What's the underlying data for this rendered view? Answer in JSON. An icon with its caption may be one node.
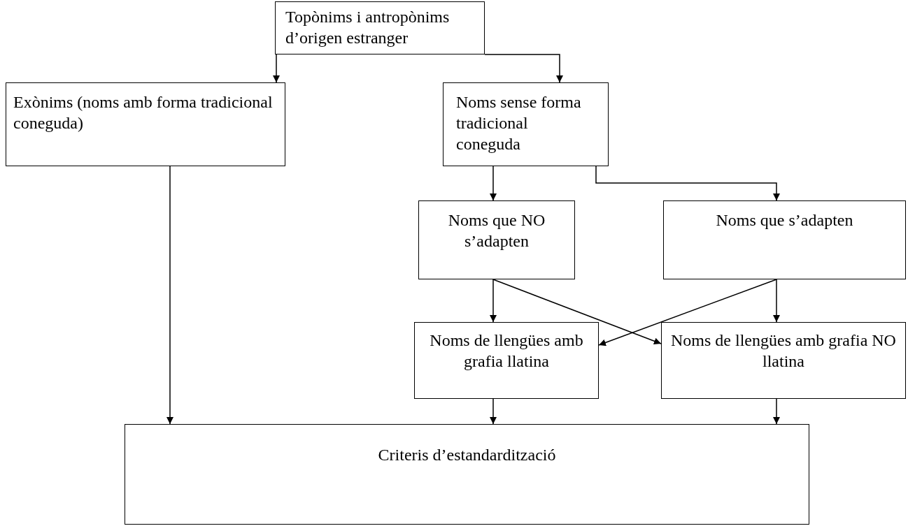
{
  "diagram": {
    "nodes": [
      {
        "text": [
          "Topònims i antropònims d’origen estranger"
        ]
      },
      {
        "text": [
          "Exònims (noms amb forma tradicional coneguda)"
        ]
      },
      {
        "text": [
          "Noms sense forma tradicional coneguda"
        ]
      },
      {
        "text": [
          "Noms que NO s’adapten"
        ]
      },
      {
        "text": [
          "Noms que s’adapten"
        ]
      },
      {
        "text": [
          "Noms de llengües amb grafia llatina"
        ]
      },
      {
        "text": [
          "Noms de llengües amb grafia NO llatina"
        ]
      },
      {
        "text": [
          "Criteris d’estandardització"
        ]
      }
    ],
    "edges": [
      {
        "from": 0,
        "to": 1,
        "arrow": "to"
      },
      {
        "from": 0,
        "to": 2,
        "arrow": "to"
      },
      {
        "from": 1,
        "to": 7,
        "arrow": "to"
      },
      {
        "from": 2,
        "to": 3,
        "arrow": "to"
      },
      {
        "from": 2,
        "to": 4,
        "arrow": "to"
      },
      {
        "from": 3,
        "to": 5,
        "arrow": "to"
      },
      {
        "from": 3,
        "to": 6,
        "arrow": "to"
      },
      {
        "from": 4,
        "to": 5,
        "arrow": "to"
      },
      {
        "from": 4,
        "to": 6,
        "arrow": "to"
      },
      {
        "from": 5,
        "to": 7,
        "arrow": "to"
      },
      {
        "from": 6,
        "to": 7,
        "arrow": "to"
      }
    ]
  }
}
